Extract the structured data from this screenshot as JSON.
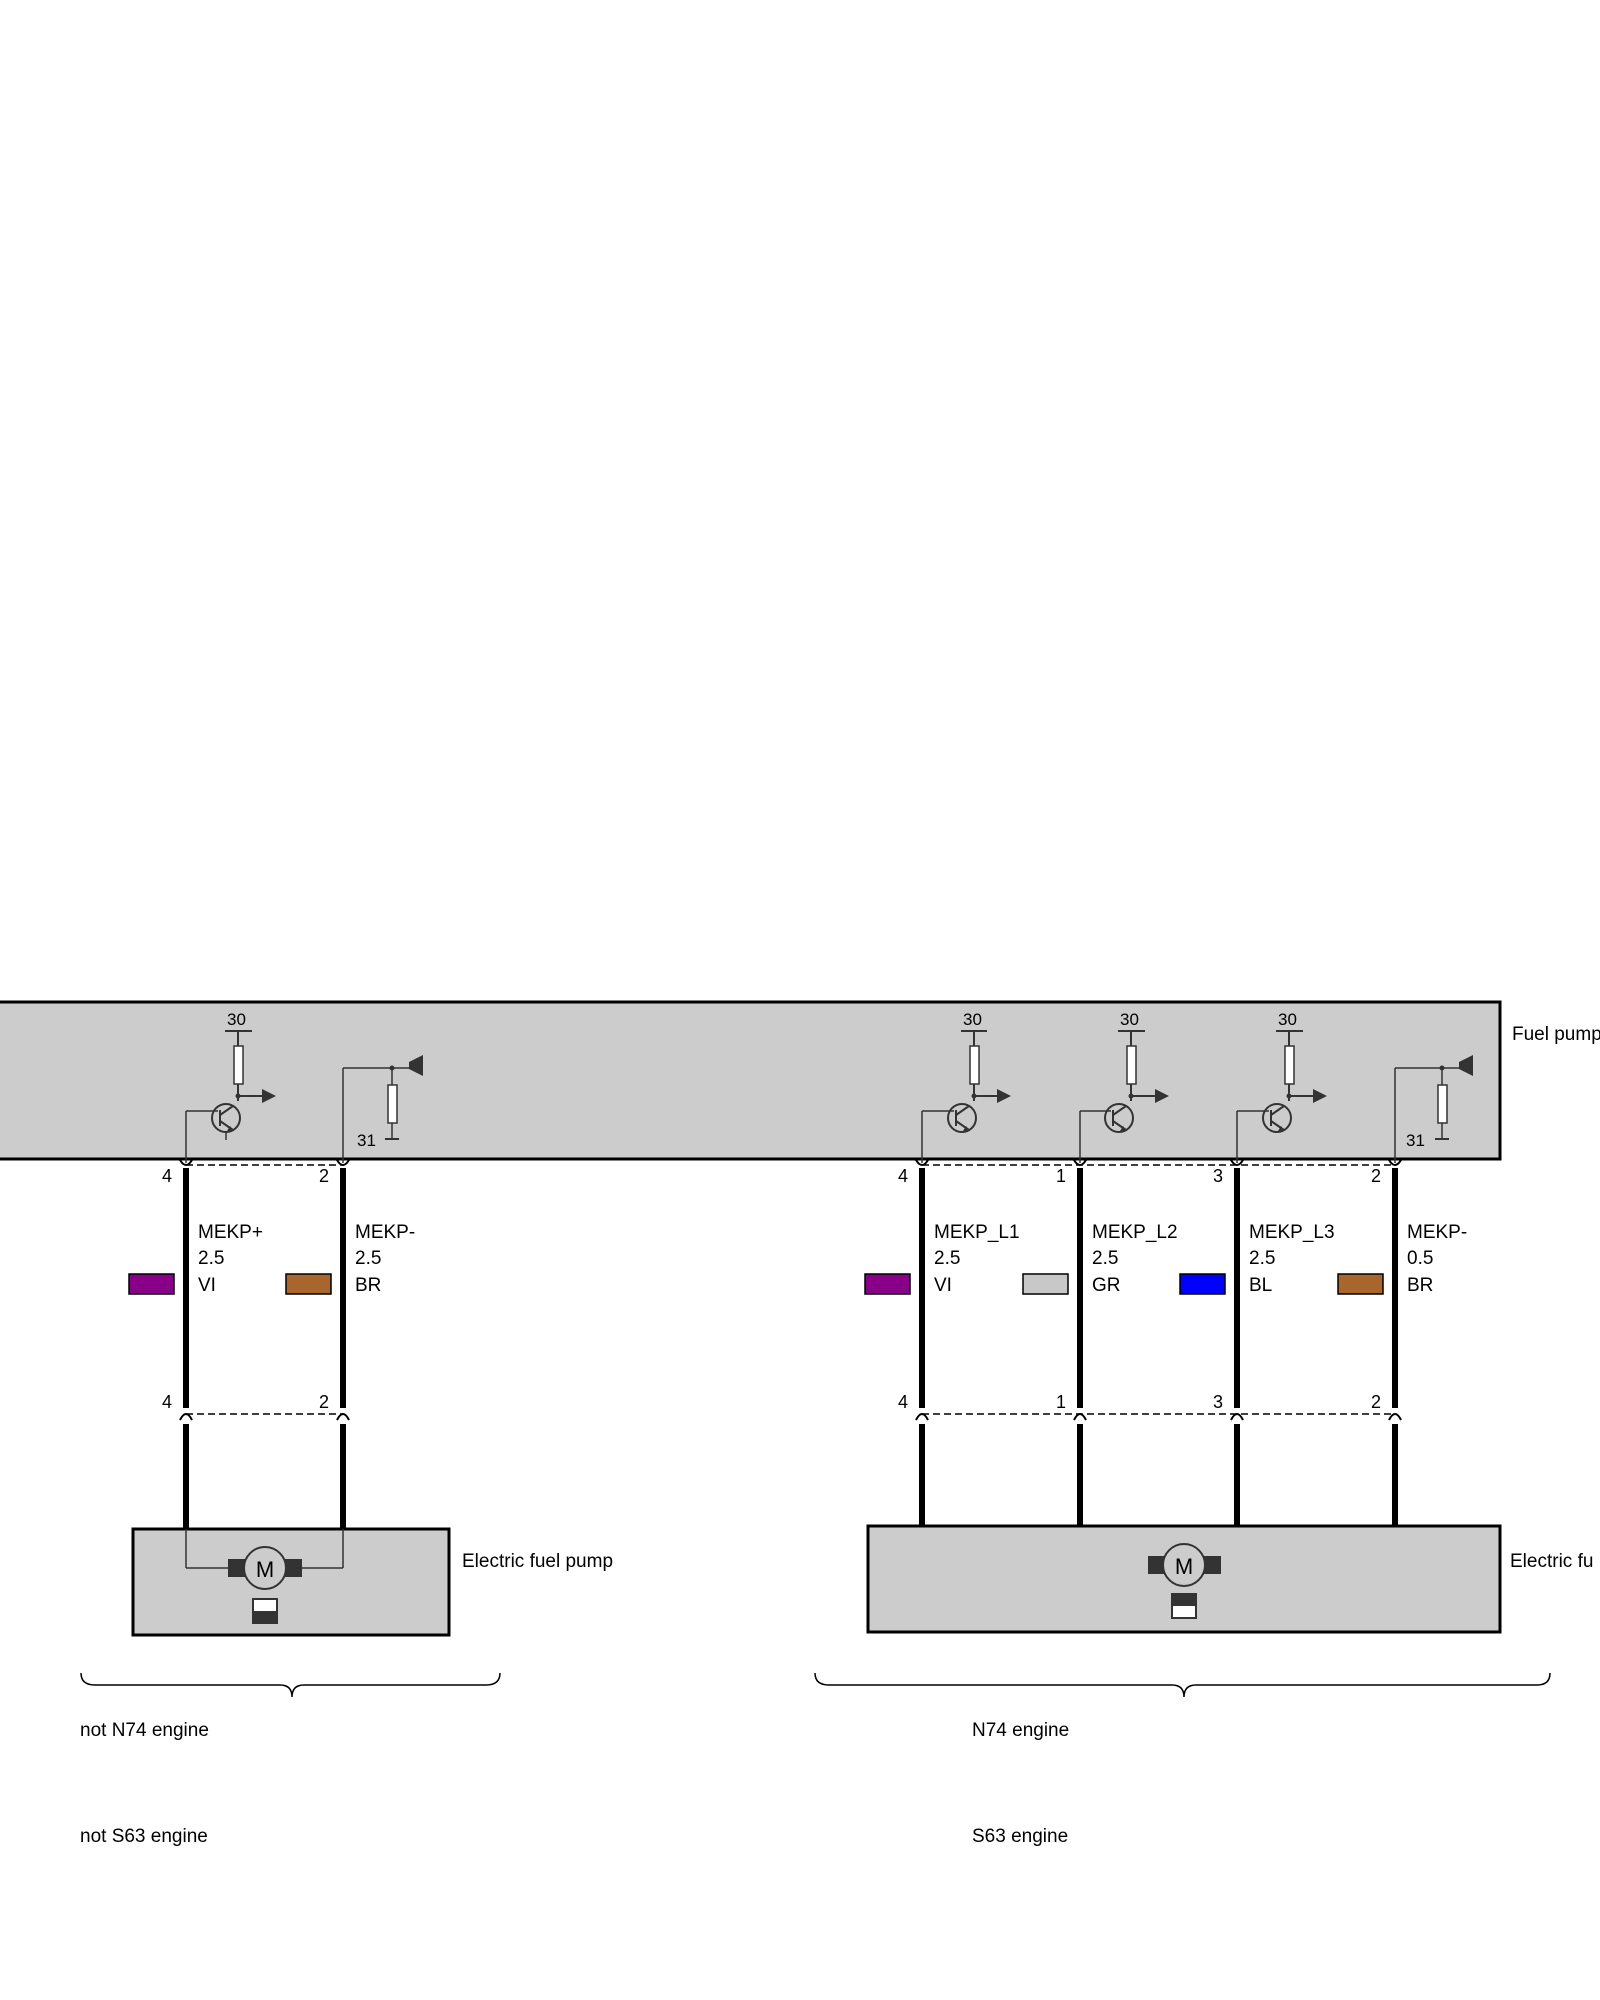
{
  "control_unit": {
    "label": "Fuel pump"
  },
  "pump_left": {
    "label": "Electric fuel pump"
  },
  "pump_right": {
    "label": "Electric fu"
  },
  "terminals": {
    "supply": "30",
    "ground": "31"
  },
  "wires_left": [
    {
      "pin_top": "4",
      "pin_bottom": "4",
      "signal": "MEKP+",
      "size": "2.5",
      "color_code": "VI",
      "color": "#880088"
    },
    {
      "pin_top": "2",
      "pin_bottom": "2",
      "signal": "MEKP-",
      "size": "2.5",
      "color_code": "BR",
      "color": "#a8652d"
    }
  ],
  "wires_right": [
    {
      "pin_top": "4",
      "pin_bottom": "4",
      "signal": "MEKP_L1",
      "size": "2.5",
      "color_code": "VI",
      "color": "#880088"
    },
    {
      "pin_top": "1",
      "pin_bottom": "1",
      "signal": "MEKP_L2",
      "size": "2.5",
      "color_code": "GR",
      "color": "#c8c8c8"
    },
    {
      "pin_top": "3",
      "pin_bottom": "3",
      "signal": "MEKP_L3",
      "size": "2.5",
      "color_code": "BL",
      "color": "#0000ff"
    },
    {
      "pin_top": "2",
      "pin_bottom": "2",
      "signal": "MEKP-",
      "size": "0.5",
      "color_code": "BR",
      "color": "#a8652d"
    }
  ],
  "variants": {
    "left": {
      "line1": "not N74 engine",
      "line2": "not S63 engine"
    },
    "right": {
      "line1": "N74 engine",
      "line2": "S63 engine"
    }
  },
  "icons": {
    "motor": "M"
  }
}
